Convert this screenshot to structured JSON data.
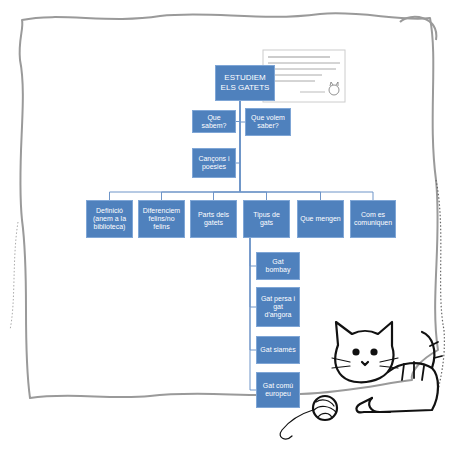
{
  "diagram": {
    "nodes": [
      {
        "text": [
          "ESTUDIEM ELS GATETS"
        ]
      },
      {
        "text": [
          "Que sabem?"
        ]
      },
      {
        "text": [
          "Que volem saber?"
        ]
      },
      {
        "text": [
          "Cançons i poesies"
        ]
      },
      {
        "text": [
          "Definició (anem a la biblioteca)"
        ]
      },
      {
        "text": [
          "Diferenciem felins/no felins"
        ]
      },
      {
        "text": [
          "Parts dels gatets"
        ]
      },
      {
        "text": [
          "Tipus de gats"
        ]
      },
      {
        "text": [
          "Que mengen"
        ]
      },
      {
        "text": [
          "Com es comuniquen"
        ]
      },
      {
        "text": [
          "Gat bombay"
        ]
      },
      {
        "text": [
          "Gat persa i gat d'angora"
        ]
      },
      {
        "text": [
          "Gat siamès"
        ]
      },
      {
        "text": [
          "Gat comú europeu"
        ]
      }
    ],
    "edges": [
      {
        "from": 0,
        "to": 1,
        "arrow": "none"
      },
      {
        "from": 0,
        "to": 2,
        "arrow": "none"
      },
      {
        "from": 0,
        "to": 3,
        "arrow": "none"
      },
      {
        "from": 0,
        "to": 4,
        "arrow": "none"
      },
      {
        "from": 0,
        "to": 5,
        "arrow": "none"
      },
      {
        "from": 0,
        "to": 6,
        "arrow": "none"
      },
      {
        "from": 0,
        "to": 7,
        "arrow": "none"
      },
      {
        "from": 0,
        "to": 8,
        "arrow": "none"
      },
      {
        "from": 0,
        "to": 9,
        "arrow": "none"
      },
      {
        "from": 7,
        "to": 10,
        "arrow": "none"
      },
      {
        "from": 7,
        "to": 11,
        "arrow": "none"
      },
      {
        "from": 7,
        "to": 12,
        "arrow": "none"
      },
      {
        "from": 7,
        "to": 13,
        "arrow": "none"
      }
    ]
  }
}
